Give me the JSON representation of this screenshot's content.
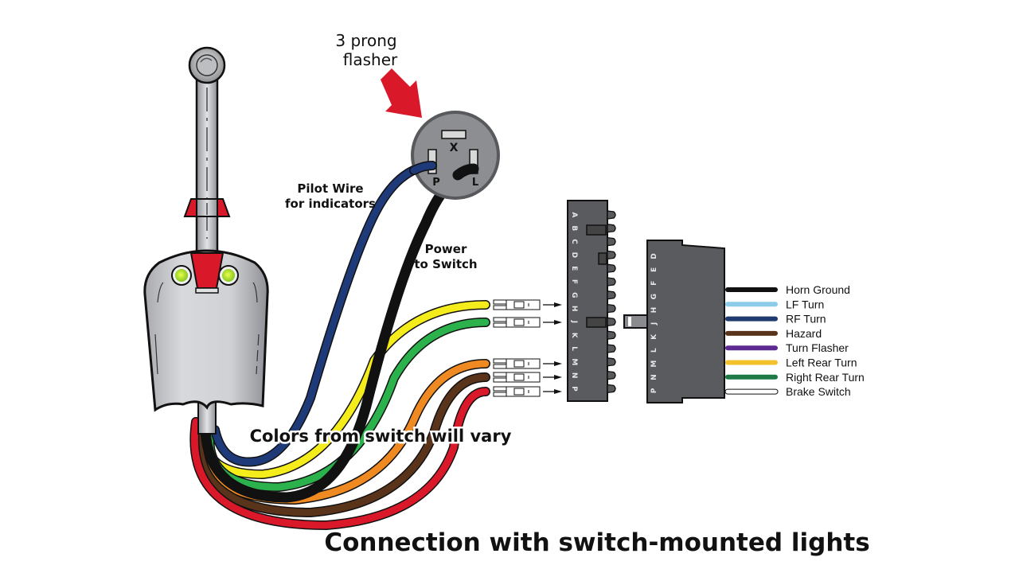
{
  "title": "Connection with switch-mounted lights",
  "flasher": {
    "label_line1": "3 prong",
    "label_line2": "flasher",
    "pins": [
      "X",
      "P",
      "L"
    ]
  },
  "annotations": {
    "pilot_wire_line1": "Pilot Wire",
    "pilot_wire_line2": "for indicators",
    "power_line1": "Power",
    "power_line2": "to Switch",
    "colors_note": "Colors from switch will vary"
  },
  "connector_left": {
    "pins": [
      "A",
      "B",
      "C",
      "D",
      "E",
      "F",
      "G",
      "H",
      "J",
      "K",
      "L",
      "M",
      "N",
      "P"
    ]
  },
  "connector_right": {
    "pins": [
      "D",
      "E",
      "F",
      "G",
      "H",
      "J",
      "K",
      "L",
      "M",
      "N",
      "P"
    ]
  },
  "switch_wires": [
    {
      "name": "yellow",
      "color": "#f5ec1c",
      "pin": "H"
    },
    {
      "name": "green",
      "color": "#2bb24c",
      "pin": "J"
    },
    {
      "name": "orange",
      "color": "#ee8a21",
      "pin": "M"
    },
    {
      "name": "brown",
      "color": "#5a341a",
      "pin": "N"
    },
    {
      "name": "red",
      "color": "#d9182a",
      "pin": "P"
    }
  ],
  "flasher_wires": [
    {
      "name": "navy",
      "color": "#1f3a78",
      "to": "P"
    },
    {
      "name": "black",
      "color": "#111111",
      "to": "L"
    }
  ],
  "legend": [
    {
      "label": "Horn Ground",
      "color": "#111111"
    },
    {
      "label": "LF Turn",
      "color": "#8ccbea"
    },
    {
      "label": "RF Turn",
      "color": "#1f3a6e"
    },
    {
      "label": "Hazard",
      "color": "#5a341a"
    },
    {
      "label": "Turn Flasher",
      "color": "#5c2a91"
    },
    {
      "label": "Left Rear Turn",
      "color": "#f3c22b"
    },
    {
      "label": "Right Rear Turn",
      "color": "#1e7a45"
    },
    {
      "label": "Brake Switch",
      "color": "#ffffff"
    }
  ],
  "colors": {
    "accent_red": "#d9182a",
    "connector_gray": "#5a5b5e",
    "switch_gray": "#c8c9cc",
    "indicator_green": "#b6e02a"
  }
}
